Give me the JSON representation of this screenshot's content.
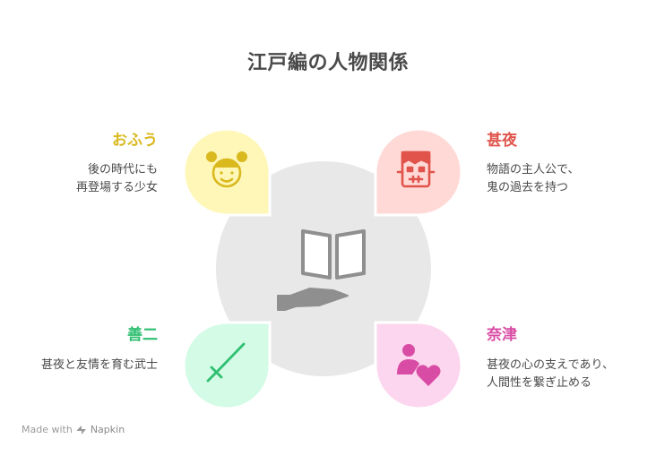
{
  "title": "江戸編の人物関係",
  "center": {
    "icon": "book-in-hand-icon"
  },
  "items": [
    {
      "name": "おふう",
      "description": "後の時代にも\n再登場する少女",
      "color": "#D9B91E",
      "fill": "#FFF7B8",
      "icon": "girl-face-icon"
    },
    {
      "name": "甚夜",
      "description": "物語の主人公で、\n鬼の過去を持つ",
      "color": "#E0544C",
      "fill": "#FFD9D6",
      "icon": "monster-face-icon"
    },
    {
      "name": "善二",
      "description": "甚夜と友情を育む武士",
      "color": "#2FBF71",
      "fill": "#D3FBE6",
      "icon": "sword-icon"
    },
    {
      "name": "奈津",
      "description": "甚夜の心の支えであり、\n人間性を繋ぎ止める",
      "color": "#D94CA5",
      "fill": "#FCD6EE",
      "icon": "person-heart-icon"
    }
  ],
  "watermark": {
    "prefix": "Made with",
    "brand": "Napkin"
  }
}
